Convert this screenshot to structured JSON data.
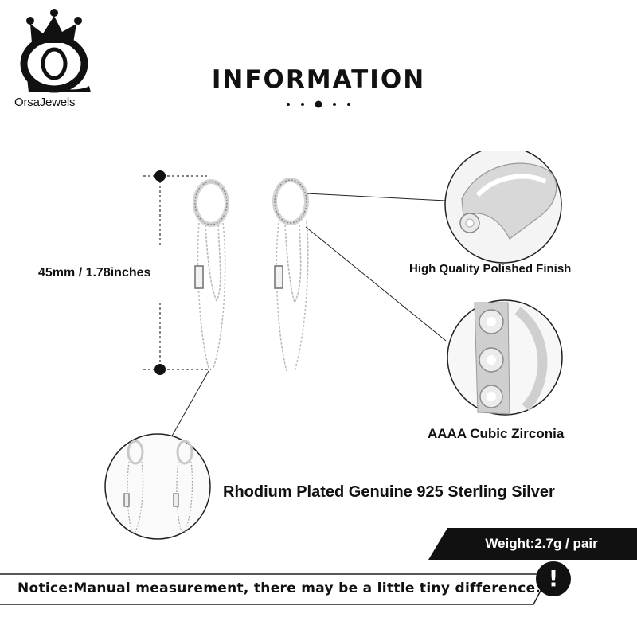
{
  "brand": {
    "name": "OrsaJewels",
    "logo_icon": "crown-o-logo-icon"
  },
  "header": {
    "title": "INFORMATION"
  },
  "dimension": {
    "label": "45mm / 1.78inches"
  },
  "callouts": {
    "polish": "High Quality Polished Finish",
    "zirconia": "AAAA Cubic Zirconia",
    "material": "Rhodium Plated Genuine 925 Sterling Silver"
  },
  "weight": {
    "text": "Weight:2.7g / pair"
  },
  "notice": {
    "text": "Notice:Manual measurement, there may be a little tiny difference.",
    "icon_glyph": "!",
    "icon": "exclamation-icon"
  },
  "colors": {
    "ink": "#111111",
    "silver": "#c9c9c9",
    "background": "#ffffff"
  }
}
